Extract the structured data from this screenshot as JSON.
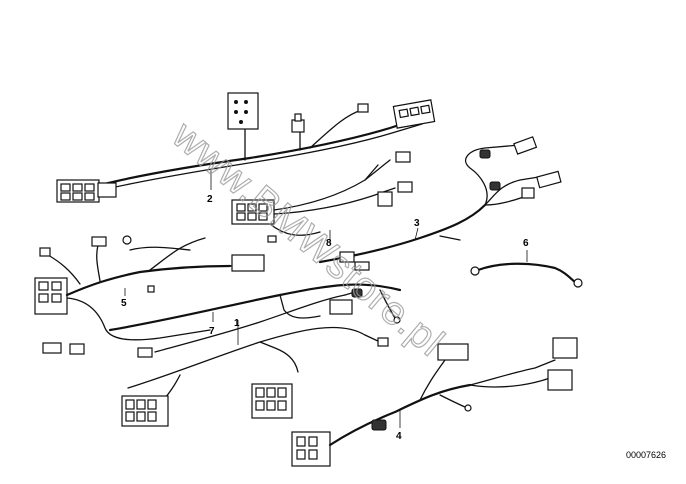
{
  "diagram": {
    "callouts": {
      "c1": "1",
      "c2": "2",
      "c3": "3",
      "c4": "4",
      "c5": "5",
      "c6": "6",
      "c7": "7",
      "c8": "8"
    },
    "watermark": "www.BMWstore.pl",
    "part_number": "00007626"
  }
}
